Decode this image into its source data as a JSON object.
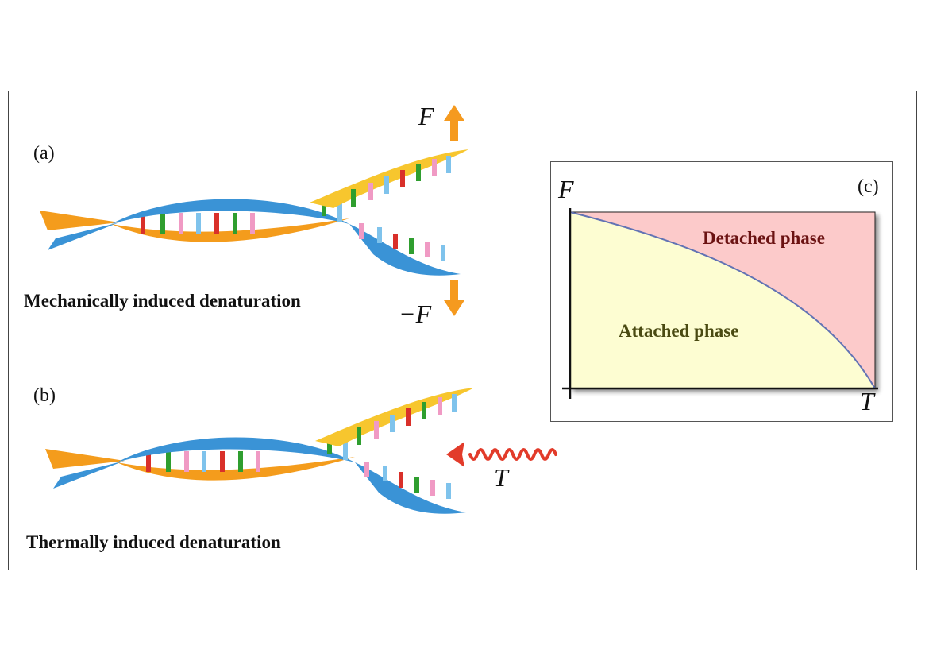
{
  "panels": {
    "a": {
      "label": "(a)",
      "caption": "Mechanically induced denaturation",
      "force_up": "F",
      "force_down": "−F"
    },
    "b": {
      "label": "(b)",
      "caption": "Thermally induced denaturation",
      "heat": "T"
    },
    "c": {
      "label": "(c)",
      "axis_y": "F",
      "axis_x": "T",
      "upper_region": "Detached phase",
      "lower_region": "Attached phase"
    }
  },
  "colors": {
    "strand_blue": "#3a93d6",
    "strand_orange": "#f49c1c",
    "strand_yellow": "#f7c62e",
    "arrow_orange": "#f59a1f",
    "heat_red": "#e23b2a",
    "detached_fill": "#fccaca",
    "attached_fill": "#fdfdd2",
    "boundary": "#6273b4",
    "detached_text": "#6b1212",
    "attached_text": "#4a4a12",
    "base_colors": [
      "#d9302a",
      "#2f9e2f",
      "#f09ac4",
      "#7fc3ec"
    ]
  }
}
